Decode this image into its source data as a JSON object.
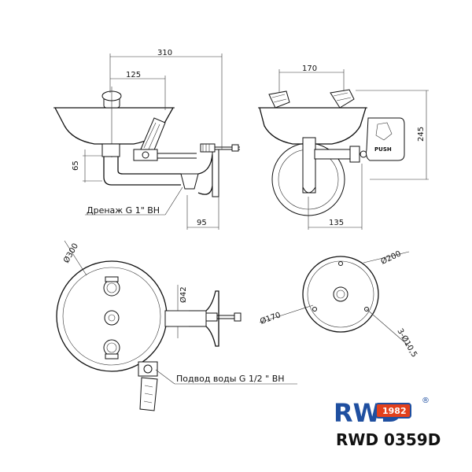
{
  "dimensions": {
    "width_310": "310",
    "width_125": "125",
    "height_65": "65",
    "width_95": "95",
    "width_170": "170",
    "height_245": "245",
    "width_135": "135",
    "dia_300": "Ø300",
    "dia_42": "Ø42",
    "dia_200": "Ø200",
    "dia_170": "Ø170",
    "holes": "3-Ø10,5"
  },
  "labels": {
    "drain": "Дренаж G 1\" ВН",
    "water_supply": "Подвод воды G 1/2 \" ВН",
    "push": "PUSH"
  },
  "logo": {
    "brand": "RWD",
    "year": "1982",
    "registered": "®",
    "brand_color": "#1f4fa0",
    "accent_color": "#e2401c"
  },
  "model": "RWD 0359D"
}
